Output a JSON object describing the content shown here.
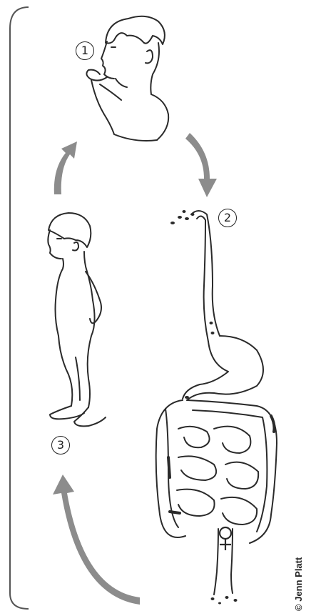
{
  "steps": [
    {
      "label": "1"
    },
    {
      "label": "2"
    },
    {
      "label": "3"
    }
  ],
  "credit": "© Jenn Platt",
  "colors": {
    "arrow": "#8c8c8c",
    "line": "#2a2a2a",
    "frame": "#555555"
  },
  "icons": {
    "female": "female-symbol-icon"
  }
}
